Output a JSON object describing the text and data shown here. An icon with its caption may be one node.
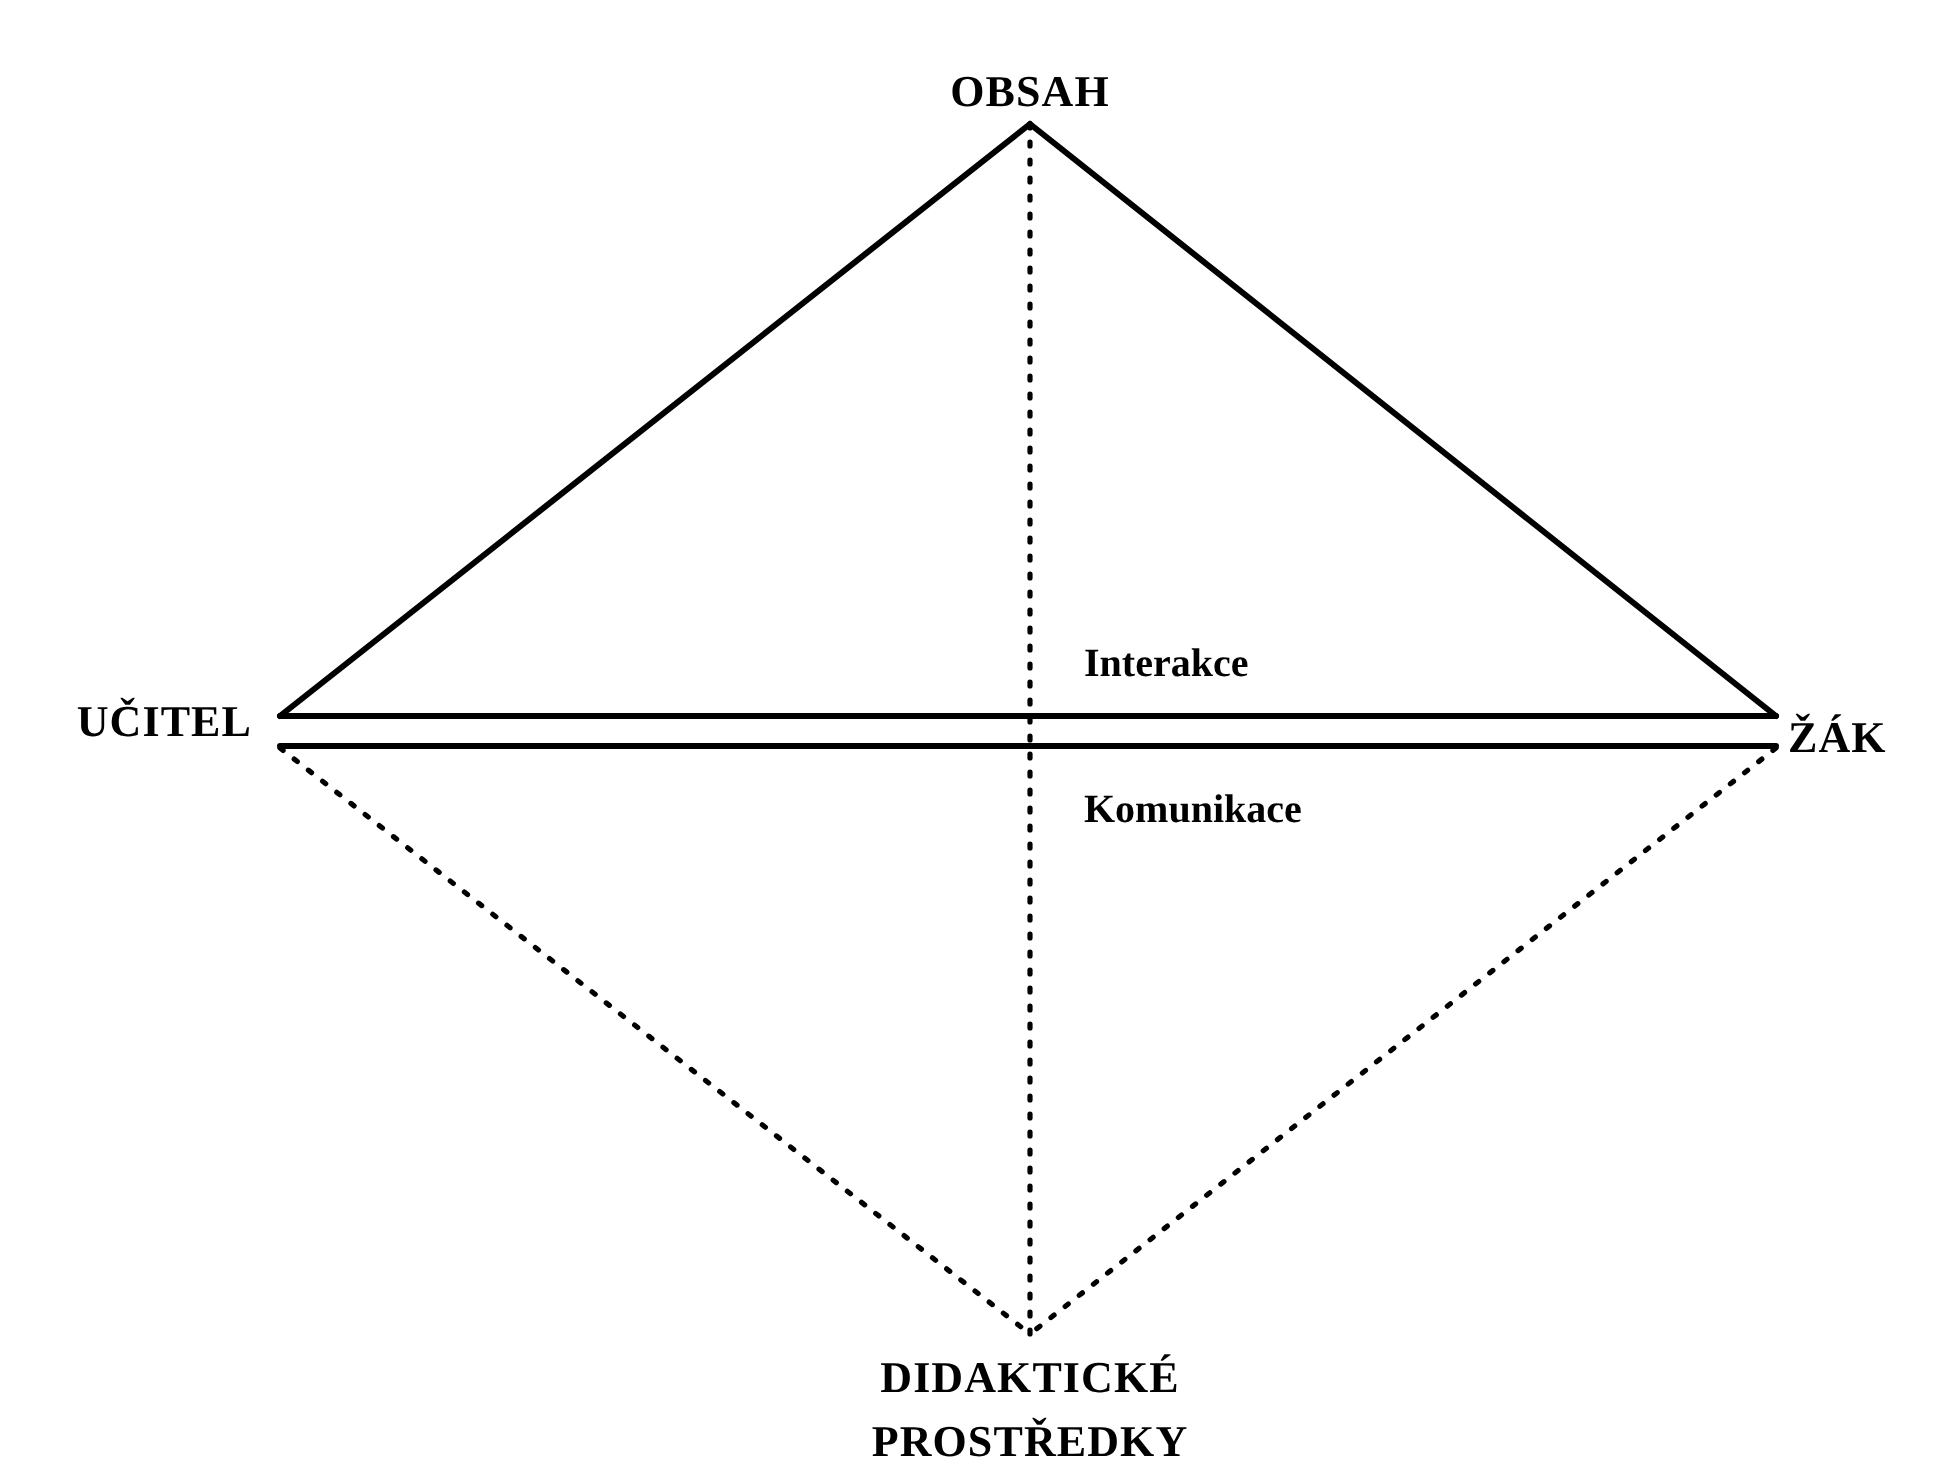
{
  "diagram": {
    "nodes": [
      {
        "text": [
          "OBSAH"
        ]
      },
      {
        "text": [
          "UČITEL"
        ]
      },
      {
        "text": [
          "ŽÁK"
        ]
      },
      {
        "text": [
          "DIDAKTICKÉ PROSTŘEDKY"
        ]
      }
    ],
    "edges": [
      {
        "from": 0,
        "to": 1,
        "arrow": "none"
      },
      {
        "from": 0,
        "to": 2,
        "arrow": "none"
      },
      {
        "from": 1,
        "to": 2,
        "arrow": "none",
        "label": "Interakce"
      },
      {
        "from": 1,
        "to": 2,
        "arrow": "none",
        "label": "Komunikace"
      },
      {
        "from": 1,
        "to": 3,
        "arrow": "none",
        "style": "dashed"
      },
      {
        "from": 2,
        "to": 3,
        "arrow": "none",
        "style": "dashed"
      },
      {
        "from": 0,
        "to": 3,
        "arrow": "none",
        "style": "dashed"
      }
    ]
  }
}
